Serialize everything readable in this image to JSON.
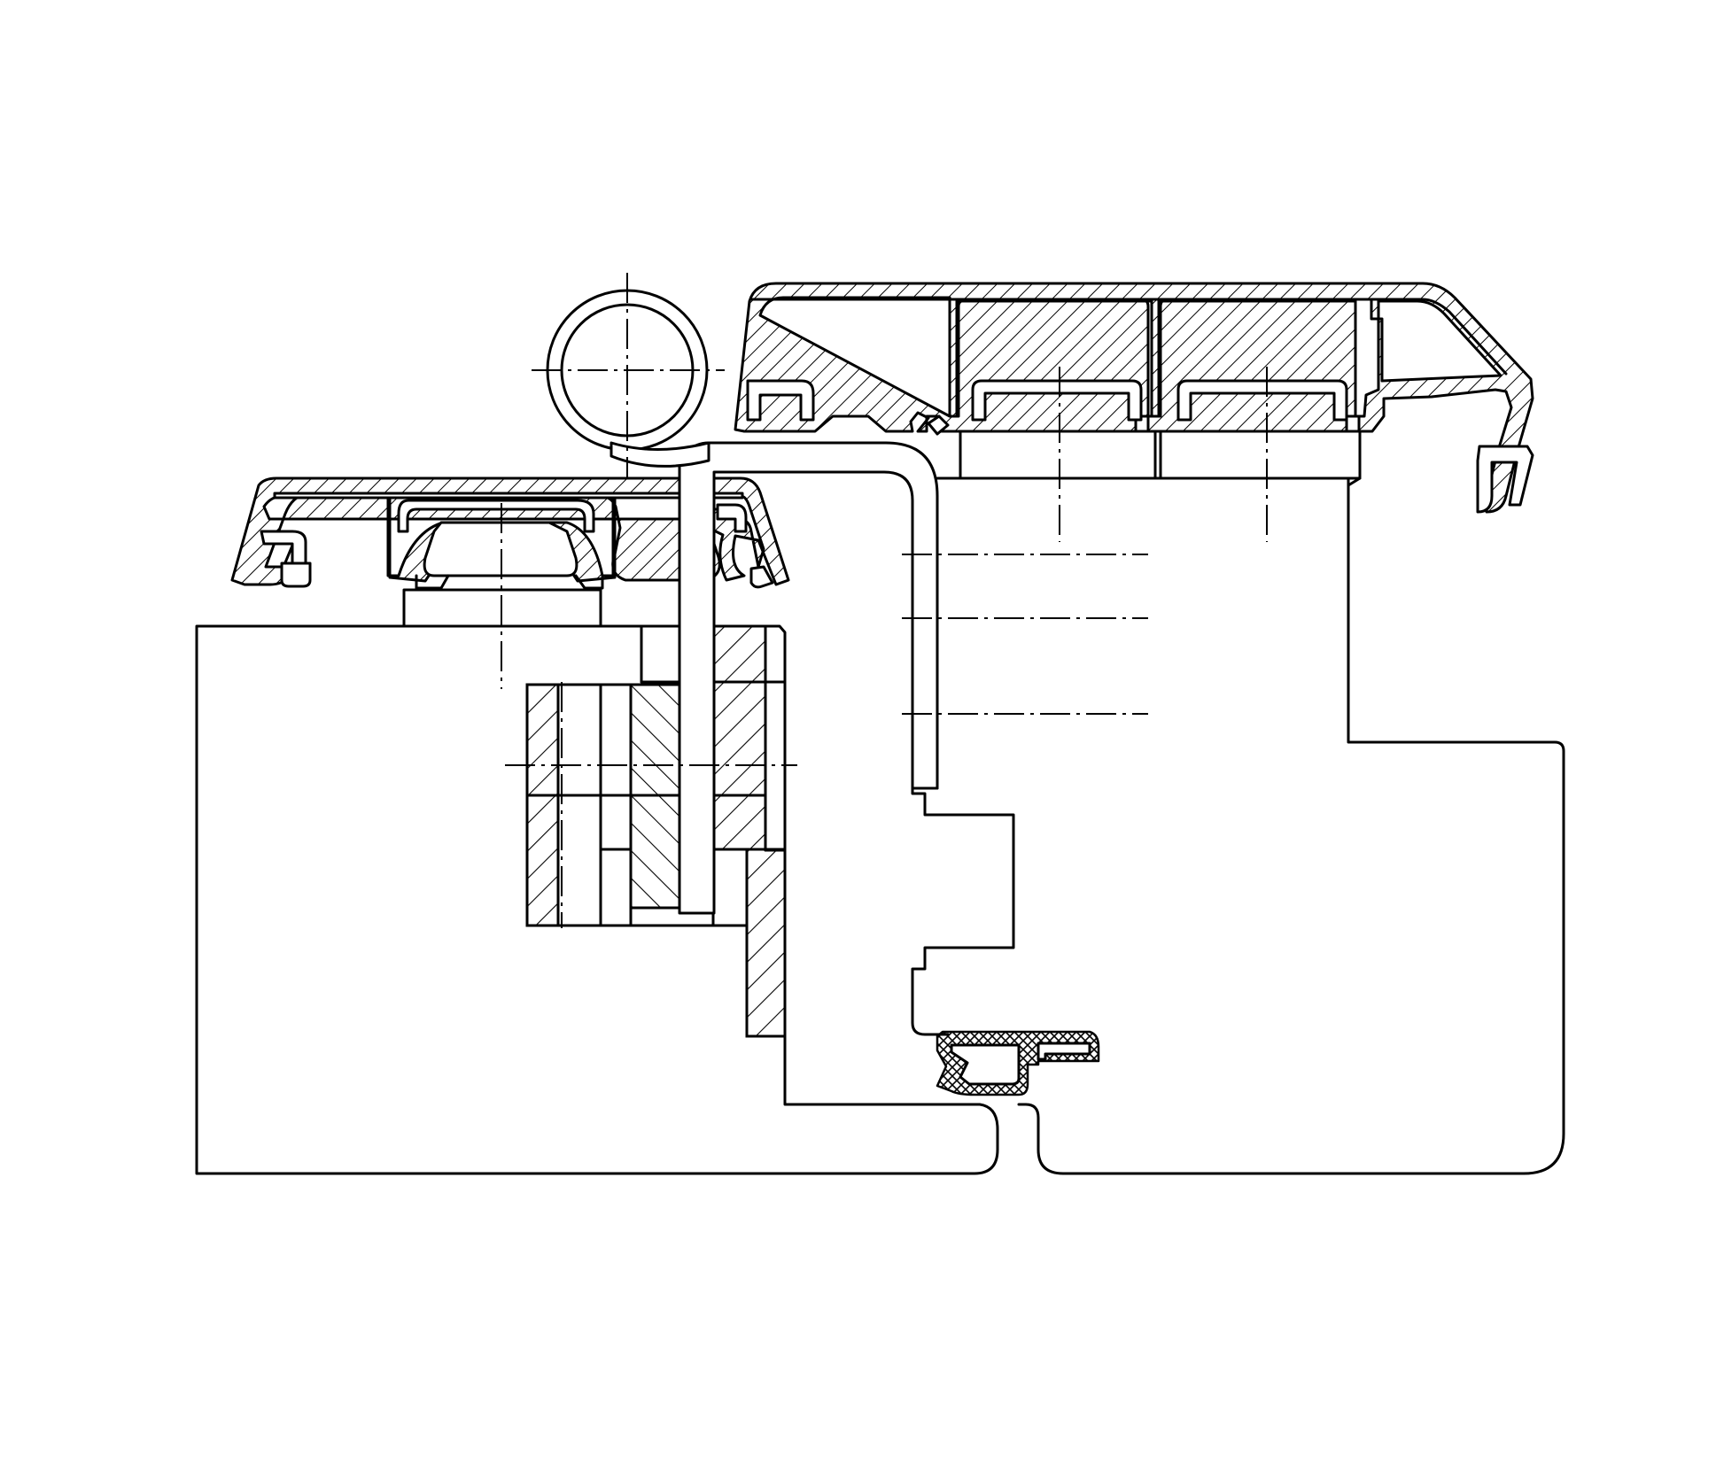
{
  "drawing": {
    "kind": "technical cross-section",
    "parts": [
      "left-frame-profile",
      "left-aluminium-cap-profile",
      "hinge-barrel",
      "hinge-leaf",
      "hinge-block-stack",
      "right-sash-profile",
      "right-aluminium-cap-profile",
      "weather-seal"
    ],
    "colors": {
      "line": "#000000",
      "background": "#ffffff"
    }
  }
}
